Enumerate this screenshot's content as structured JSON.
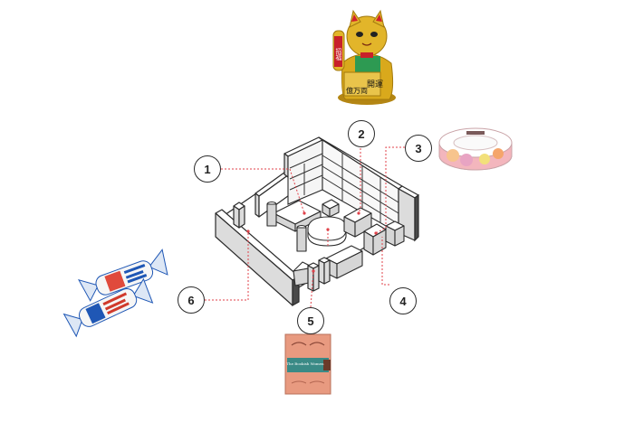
{
  "callouts": [
    {
      "label": "1"
    },
    {
      "label": "2"
    },
    {
      "label": "3"
    },
    {
      "label": "4"
    },
    {
      "label": "5"
    },
    {
      "label": "6"
    }
  ],
  "products": {
    "cat_text_a": "開運",
    "cat_text_b": "億万両",
    "cat_text_c": "招福",
    "book_text": "The Bookish Women"
  },
  "colors": {
    "leader": "#e0424a",
    "gold": "#d9a91c",
    "cat_red": "#c8202a",
    "tape_pink": "#f3b6bd",
    "book_teal": "#3a8a86",
    "book_peach": "#e89a80",
    "candy_blue": "#1f57b5"
  }
}
